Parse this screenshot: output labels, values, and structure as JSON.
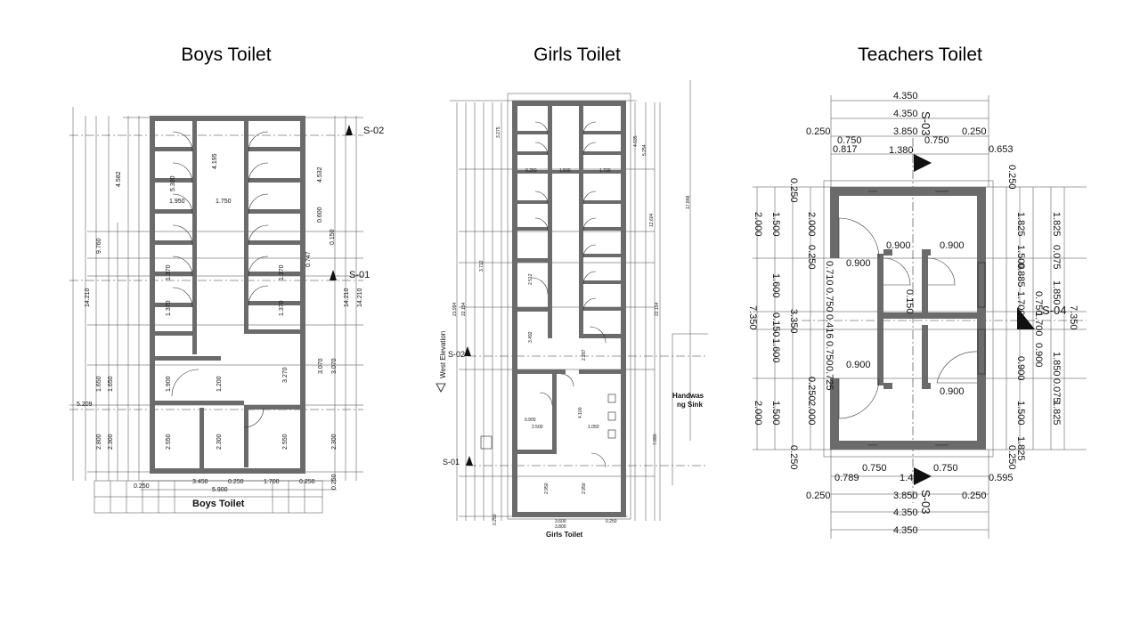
{
  "titles": {
    "boys": "Boys Toilet",
    "girls": "Girls Toilet",
    "teachers": "Teachers Toilet"
  },
  "boys": {
    "caption": "Boys Toilet",
    "section_marks": [
      "S-02",
      "S-01"
    ],
    "dims_top": [
      "4.582",
      "4.195",
      "5.300",
      "1.950",
      "1.750",
      "4.532"
    ],
    "dims_mid": [
      "1.370",
      "1.370",
      "1.370",
      "1.370",
      "0.600",
      "0.150",
      "0.747",
      "3.270",
      "1.900",
      "1.200"
    ],
    "dims_right": [
      "14.210",
      "14.210",
      "3.070",
      "3.070",
      "2.300",
      "0.250"
    ],
    "dims_left": [
      "9.760",
      "14.210",
      "1.650",
      "1.650",
      "2.800",
      "2.300",
      "5.209"
    ],
    "dims_bottom": [
      "0.250",
      "3.450",
      "0.250",
      "1.700",
      "0.250",
      "5.900",
      "2.550",
      "2.300",
      "2.550"
    ]
  },
  "girls": {
    "caption": "Girls Toilet",
    "section_marks": [
      "S-02",
      "S-01"
    ],
    "elevation": "West Elevation",
    "side_label": "Handwashing Sink",
    "side_label_lines": [
      "Handwas",
      "ng Sink"
    ],
    "dims_vertical": [
      "21.994",
      "22.154",
      "22.154",
      "17.848",
      "12.604",
      "4.635",
      "5.254"
    ],
    "dims_misc": [
      "1.500",
      "1.700",
      "0.250",
      "3.275",
      "2.512",
      "3.712",
      "3.492",
      "2.287",
      "0.900",
      "2.500",
      "4.100",
      "1.050",
      "2.950",
      "2.950",
      "7.880"
    ],
    "dims_bottom": [
      "0.250",
      "3.600",
      "3.800",
      "0.250"
    ]
  },
  "teachers": {
    "section_marks": [
      "S-03",
      "S-03",
      "S-04"
    ],
    "dims_top": [
      "4.350",
      "4.350",
      "3.850",
      "0.250",
      "0.250",
      "0.750",
      "0.750",
      "1.380",
      "0.817",
      "0.653"
    ],
    "dims_bottom": [
      "0.750",
      "0.750",
      "1.4",
      "0.789",
      "0.595",
      "3.850",
      "0.250",
      "0.250",
      "4.350",
      "4.350"
    ],
    "dims_left": [
      "0.250",
      "2.000",
      "1.500",
      "2.000",
      "0.250",
      "1.600",
      "0.150",
      "1.600",
      "0.250",
      "2.000",
      "1.500",
      "2.000",
      "0.250",
      "7.350",
      "3.350"
    ],
    "dims_left_inner": [
      "0.710",
      "0.750",
      "0.416",
      "0.750",
      "0.725"
    ],
    "dims_right": [
      "0.250",
      "1.825",
      "1.825",
      "1.500",
      "0.075",
      "0.885",
      "1.700",
      "1.850",
      "0.750",
      "0.900",
      "0.900",
      "1.850",
      "1.700",
      "0.075",
      "1.500",
      "1.825",
      "1.825",
      "0.250",
      "7.350"
    ],
    "dims_inner": [
      "0.900",
      "0.900",
      "0.900",
      "0.900",
      "0.900",
      "0.150"
    ]
  },
  "colors": {
    "wall": "#6b6b6b",
    "line": "#222222",
    "background": "#ffffff"
  }
}
